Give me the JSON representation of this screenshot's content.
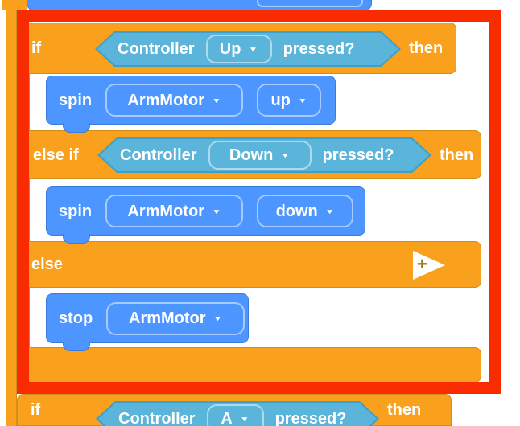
{
  "colors": {
    "control_orange": "#F9A11D",
    "control_orange_border": "#D18E18",
    "motion_blue": "#4D96FF",
    "motion_blue_border": "#3B7BDB",
    "sensing_teal": "#5BB4D9",
    "sensing_teal_border": "#3E9FC9",
    "highlight_red": "#F92B00",
    "expand_plus_gold": "#9A7B1C"
  },
  "icons": {
    "dropdown_caret": "▼",
    "expand_plus": "+"
  },
  "script": {
    "if_up_row": {
      "keyword": "if",
      "then_label": "then"
    },
    "if_up_condition": {
      "device": "Controller",
      "selected": "Up",
      "question": "pressed?"
    },
    "spin_up": {
      "verb": "spin",
      "motor": "ArmMotor",
      "direction": "up"
    },
    "else_if_row": {
      "keyword": "else if",
      "then_label": "then"
    },
    "else_if_condition": {
      "device": "Controller",
      "selected": "Down",
      "question": "pressed?"
    },
    "spin_down": {
      "verb": "spin",
      "motor": "ArmMotor",
      "direction": "down"
    },
    "else_row": {
      "keyword": "else"
    },
    "stop_block": {
      "verb": "stop",
      "motor": "ArmMotor"
    },
    "if_a_row": {
      "keyword": "if",
      "then_label": "then"
    },
    "if_a_condition": {
      "device": "Controller",
      "selected": "A",
      "question": "pressed?"
    }
  }
}
